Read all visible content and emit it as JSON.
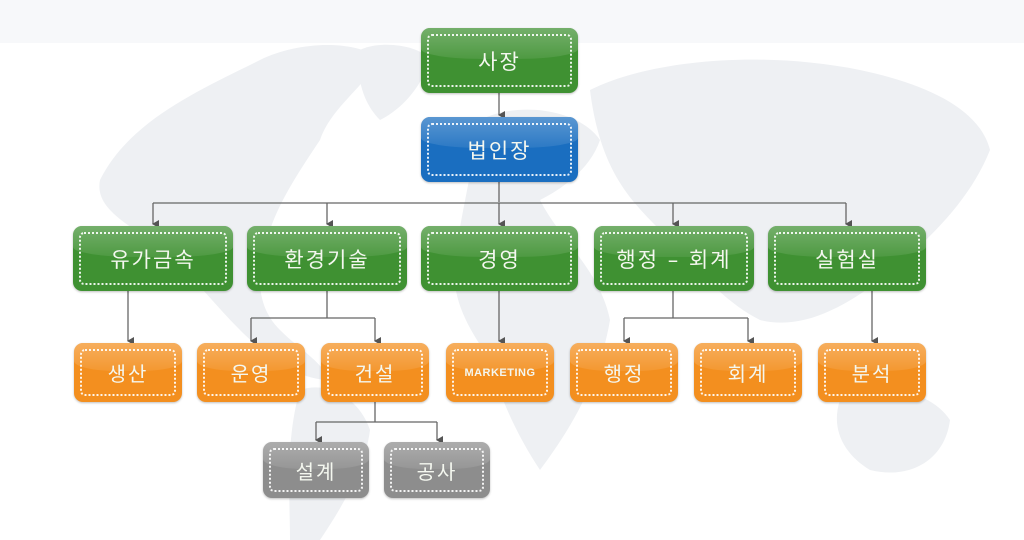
{
  "chart": {
    "title": "조직도",
    "colors": {
      "executive": "#3f9132",
      "corporate_head": "#1a6ec0",
      "department": "#3f9132",
      "team": "#f38f1f",
      "sub_team": "#8d8d8d",
      "connector": "#555555",
      "map": "#eef0f3"
    },
    "ceo": {
      "label": "사장"
    },
    "corporate_head": {
      "label": "법인장"
    },
    "departments": [
      {
        "label": "유가금속",
        "teams": [
          {
            "label": "생산"
          }
        ]
      },
      {
        "label": "환경기술",
        "teams": [
          {
            "label": "운영"
          },
          {
            "label": "건설",
            "sub_teams": [
              {
                "label": "설계"
              },
              {
                "label": "공사"
              }
            ]
          }
        ]
      },
      {
        "label": "경영",
        "teams": [
          {
            "label": "MARKETING"
          }
        ]
      },
      {
        "label": "행정 – 회계",
        "teams": [
          {
            "label": "행정"
          },
          {
            "label": "회계"
          }
        ]
      },
      {
        "label": "실험실",
        "teams": [
          {
            "label": "분석"
          }
        ]
      }
    ]
  }
}
